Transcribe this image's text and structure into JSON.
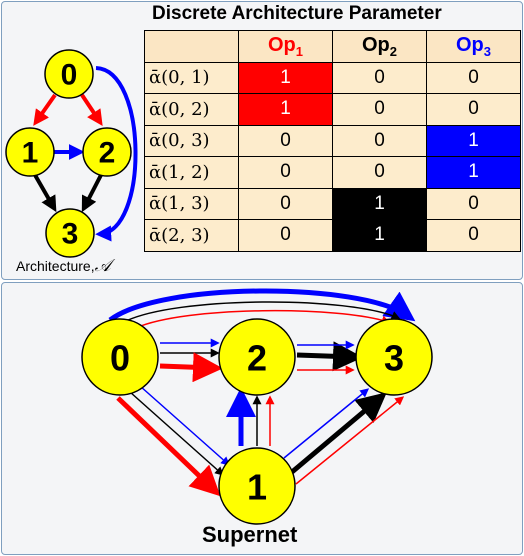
{
  "table_title": "Discrete Architecture Parameter",
  "architecture_label": "Architecture,",
  "architecture_symbol": "𝒜",
  "supernet_label": "Supernet",
  "ops": [
    {
      "label": "Op",
      "sub": "1",
      "color": "#ff0000"
    },
    {
      "label": "Op",
      "sub": "2",
      "color": "#000000"
    },
    {
      "label": "Op",
      "sub": "3",
      "color": "#0000ff"
    }
  ],
  "rows": [
    {
      "label": "ᾱ(0, 1)",
      "values": [
        "1",
        "0",
        "0"
      ],
      "active": 0
    },
    {
      "label": "ᾱ(0, 2)",
      "values": [
        "1",
        "0",
        "0"
      ],
      "active": 0
    },
    {
      "label": "ᾱ(0, 3)",
      "values": [
        "0",
        "0",
        "1"
      ],
      "active": 2
    },
    {
      "label": "ᾱ(1, 2)",
      "values": [
        "0",
        "0",
        "1"
      ],
      "active": 2
    },
    {
      "label": "ᾱ(1, 3)",
      "values": [
        "0",
        "1",
        "0"
      ],
      "active": 1
    },
    {
      "label": "ᾱ(2, 3)",
      "values": [
        "0",
        "1",
        "0"
      ],
      "active": 1
    }
  ],
  "nodes": [
    "0",
    "1",
    "2",
    "3"
  ],
  "colors": {
    "node_fill": "#ffff00",
    "red": "#ff0000",
    "black": "#000000",
    "blue": "#0000ff",
    "table_bg": "#fdeccc",
    "panel_border": "#7f9fbf"
  }
}
